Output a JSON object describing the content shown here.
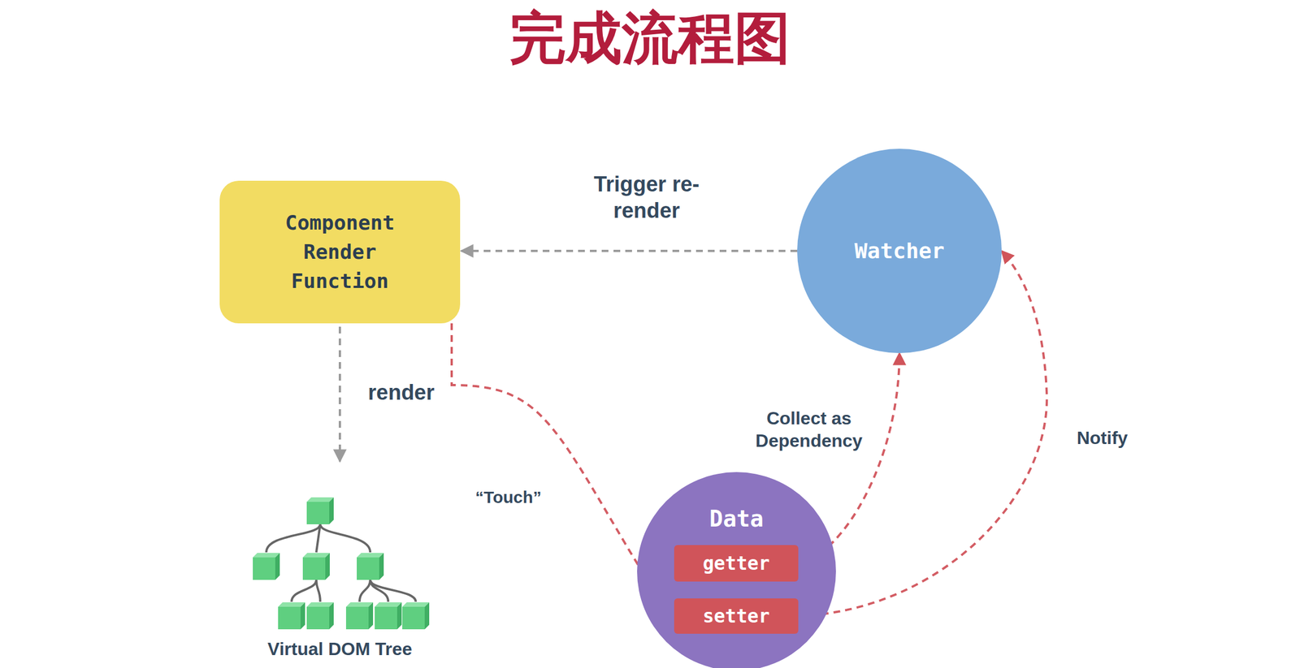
{
  "diagram": {
    "title": "完成流程图",
    "nodes": [
      {
        "text": [
          "Component Render Function"
        ]
      },
      {
        "text": [
          "Watcher"
        ]
      },
      {
        "text": [
          "Data"
        ]
      },
      {
        "text": [
          "getter"
        ],
        "in": 2
      },
      {
        "text": [
          "setter"
        ],
        "in": 2
      }
    ],
    "edges": [
      {
        "from": 1,
        "to": 0,
        "arrow": "to",
        "label": "Trigger re-render"
      },
      {
        "from": 0,
        "to": 3,
        "arrow": "to",
        "label": "“Touch”"
      },
      {
        "from": 3,
        "to": 1,
        "arrow": "to",
        "label": "Collect as Dependency"
      },
      {
        "from": 4,
        "to": 1,
        "arrow": "to",
        "label": "Notify"
      }
    ],
    "labels": [
      "render",
      "Virtual DOM Tree"
    ]
  }
}
